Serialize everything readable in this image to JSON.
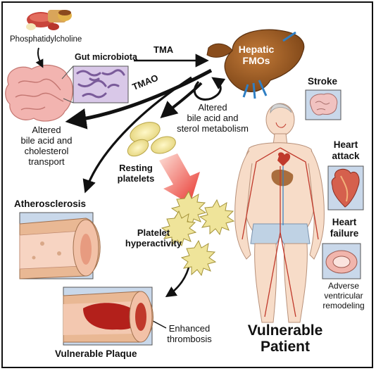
{
  "labels": {
    "phosphatidylcholine": "Phosphatidylcholine",
    "gut_microbiota": "Gut microbiota",
    "tma": "TMA",
    "tmao": "TMAO",
    "hepatic_fmos_1": "Hepatic",
    "hepatic_fmos_2": "FMOs",
    "altered_bile_liver_1": "Altered",
    "altered_bile_liver_2": "bile acid and",
    "altered_bile_liver_3": "sterol metabolism",
    "altered_bile_gut_1": "Altered",
    "altered_bile_gut_2": "bile acid and",
    "altered_bile_gut_3": "cholesterol",
    "altered_bile_gut_4": "transport",
    "resting_platelets_1": "Resting",
    "resting_platelets_2": "platelets",
    "platelet_hyperactivity_1": "Platelet",
    "platelet_hyperactivity_2": "hyperactivity",
    "atherosclerosis": "Atherosclerosis",
    "enhanced_thrombosis_1": "Enhanced",
    "enhanced_thrombosis_2": "thrombosis",
    "vulnerable_plaque": "Vulnerable Plaque",
    "stroke": "Stroke",
    "heart_attack_1": "Heart",
    "heart_attack_2": "attack",
    "heart_failure_1": "Heart",
    "heart_failure_2": "failure",
    "adverse_1": "Adverse",
    "adverse_2": "ventricular",
    "adverse_3": "remodeling",
    "vulnerable_patient_1": "Vulnerable",
    "vulnerable_patient_2": "Patient"
  },
  "colors": {
    "liver": "#9b5a24",
    "liver_dark": "#6e3d15",
    "intestine": "#f2b4b0",
    "platelet": "#efe49a",
    "red_arrow": "#e8322b",
    "vessel": "#e9b894",
    "skin": "#f7dcc8",
    "box_blue": "#c9d8ea"
  }
}
